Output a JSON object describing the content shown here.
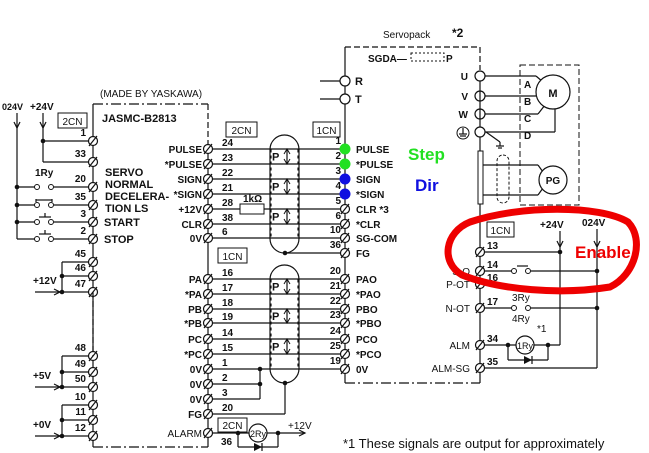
{
  "colors": {
    "step": "#22e022",
    "dir": "#1010e0",
    "enable": "#ee0000",
    "wire": "#111111"
  },
  "left_controller": {
    "maker": "(MADE BY YASKAWA)",
    "model": "JASMC-B2813",
    "connector": "2CN",
    "supply_0v": "024V",
    "supply_24v": "+24V",
    "relay": "1Ry",
    "servo_text": [
      "SERVO",
      "NORMAL",
      "DECELERA-",
      "TION LS"
    ],
    "pins": [
      {
        "pin": "1",
        "label": ""
      },
      {
        "pin": "33",
        "label": ""
      },
      {
        "pin": "20",
        "label": ""
      },
      {
        "pin": "35",
        "label": ""
      },
      {
        "pin": "3",
        "label": "START"
      },
      {
        "pin": "2",
        "label": "STOP"
      },
      {
        "pin": "45",
        "label": ""
      },
      {
        "pin": "46",
        "label": ""
      },
      {
        "pin": "47",
        "label": ""
      },
      {
        "pin": "48",
        "label": ""
      },
      {
        "pin": "49",
        "label": ""
      },
      {
        "pin": "50",
        "label": ""
      },
      {
        "pin": "10",
        "label": ""
      },
      {
        "pin": "11",
        "label": ""
      },
      {
        "pin": "12",
        "label": ""
      }
    ],
    "power": [
      "+12V",
      "+5V",
      "+0V"
    ]
  },
  "command_cable": {
    "left_connector": "2CN",
    "right_connector": "1CN",
    "resistor": "1kΩ",
    "pair_mark": "P",
    "left_pins": [
      {
        "label": "PULSE",
        "pin": "24"
      },
      {
        "label": "*PULSE",
        "pin": "23"
      },
      {
        "label": "SIGN",
        "pin": "22"
      },
      {
        "label": "*SIGN",
        "pin": "21"
      },
      {
        "label": "+12V",
        "pin": "28"
      },
      {
        "label": "CLR",
        "pin": "38"
      },
      {
        "label": "0V",
        "pin": "6"
      }
    ],
    "right_pins": [
      {
        "pin": "1",
        "label": "PULSE"
      },
      {
        "pin": "2",
        "label": "*PULSE"
      },
      {
        "pin": "3",
        "label": "SIGN"
      },
      {
        "pin": "4",
        "label": "*SIGN"
      },
      {
        "pin": "5",
        "label": "CLR *3"
      },
      {
        "pin": "6",
        "label": "*CLR"
      },
      {
        "pin": "10",
        "label": "SG-COM"
      },
      {
        "pin": "36",
        "label": "FG"
      }
    ]
  },
  "encoder_cable": {
    "left_connector": "1CN",
    "left_pins": [
      {
        "label": "PA",
        "pin": "16"
      },
      {
        "label": "*PA",
        "pin": "17"
      },
      {
        "label": "PB",
        "pin": "18"
      },
      {
        "label": "*PB",
        "pin": "19"
      },
      {
        "label": "PC",
        "pin": "14"
      },
      {
        "label": "*PC",
        "pin": "15"
      },
      {
        "label": "0V",
        "pin": "1"
      },
      {
        "label": "0V",
        "pin": "2"
      },
      {
        "label": "0V",
        "pin": "3"
      },
      {
        "label": "FG",
        "pin": "20"
      }
    ],
    "right_pins": [
      {
        "pin": "20",
        "label": "PAO"
      },
      {
        "pin": "21",
        "label": "*PAO"
      },
      {
        "pin": "22",
        "label": "PBO"
      },
      {
        "pin": "23",
        "label": "*PBO"
      },
      {
        "pin": "24",
        "label": "PCO"
      },
      {
        "pin": "25",
        "label": "*PCO"
      },
      {
        "pin": "19",
        "label": "0V"
      }
    ],
    "alarm": {
      "label": "ALARM",
      "connector": "2CN",
      "pin": "36",
      "relay": "2Ry",
      "supply": "+12V"
    }
  },
  "servopack": {
    "title": "Servopack",
    "note": "*2",
    "model_prefix": "SGDA—",
    "model_suffix": "P",
    "power_inputs": [
      "R",
      "T"
    ],
    "motor_outputs": [
      "U",
      "V",
      "W"
    ],
    "motor_wires": [
      "A",
      "B",
      "C",
      "D"
    ],
    "motor": "M",
    "encoder": "PG"
  },
  "annotations": {
    "step": "Step",
    "dir": "Dir",
    "enable": "Enable"
  },
  "io": {
    "connector": "1CN",
    "supply_24v": "+24V",
    "supply_0v": "024V",
    "pins": [
      {
        "pin": "13",
        "label": ""
      },
      {
        "pin": "14",
        "label": "S-O"
      },
      {
        "pin": "16",
        "label": "P-OT"
      },
      {
        "pin": "17",
        "label": "N-OT"
      },
      {
        "pin": "34",
        "label": "ALM"
      },
      {
        "pin": "35",
        "label": "ALM-SG"
      }
    ],
    "relay_3": "3Ry",
    "relay_4": "4Ry",
    "relay_alm": "1Ry",
    "relay_note": "*1"
  },
  "footnote": "*1 These signals are output for approximately"
}
